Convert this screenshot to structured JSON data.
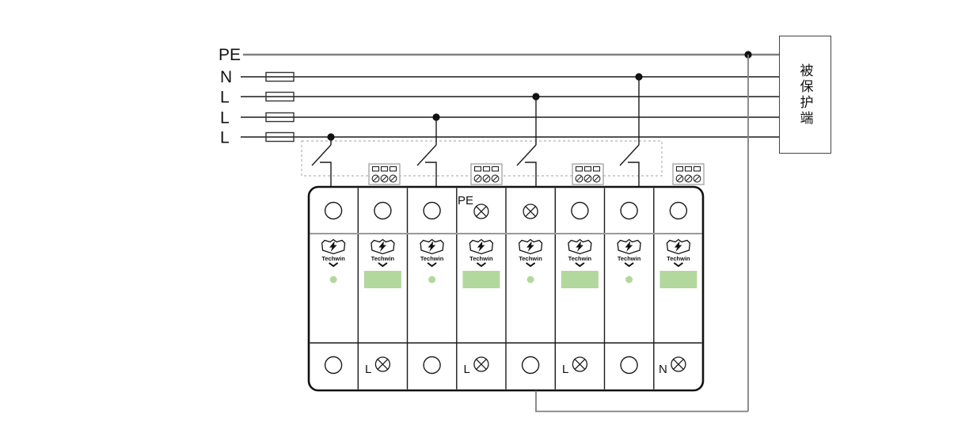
{
  "supply_lines": {
    "labels": [
      "PE",
      "N",
      "L",
      "L",
      "L"
    ]
  },
  "protected_end": {
    "label": "被保护端"
  },
  "spd_device": {
    "brand": "Techwin",
    "modules": [
      {
        "top_terminal": "circle",
        "indicator": "green-dot",
        "bottom_terminal": "circle"
      },
      {
        "top_terminal": "circle",
        "indicator": "green-window",
        "bottom_terminal": "crossed-circle",
        "bottom_label": "L"
      },
      {
        "top_terminal": "circle",
        "indicator": "green-dot",
        "bottom_terminal": "circle"
      },
      {
        "top_terminal": "crossed-circle",
        "top_label": "PE",
        "indicator": "green-window",
        "bottom_terminal": "crossed-circle",
        "bottom_label": "L"
      },
      {
        "top_terminal": "crossed-circle",
        "indicator": "green-dot",
        "bottom_terminal": "circle"
      },
      {
        "top_terminal": "circle",
        "indicator": "green-window",
        "bottom_terminal": "crossed-circle",
        "bottom_label": "L"
      },
      {
        "top_terminal": "circle",
        "indicator": "green-dot",
        "bottom_terminal": "circle"
      },
      {
        "top_terminal": "circle",
        "indicator": "green-window",
        "bottom_terminal": "crossed-circle",
        "bottom_label": "N"
      }
    ]
  },
  "colors": {
    "indicator_green": "#b2d89e",
    "pe_wire_gray": "#808080",
    "line_black": "#1a1a1a"
  }
}
